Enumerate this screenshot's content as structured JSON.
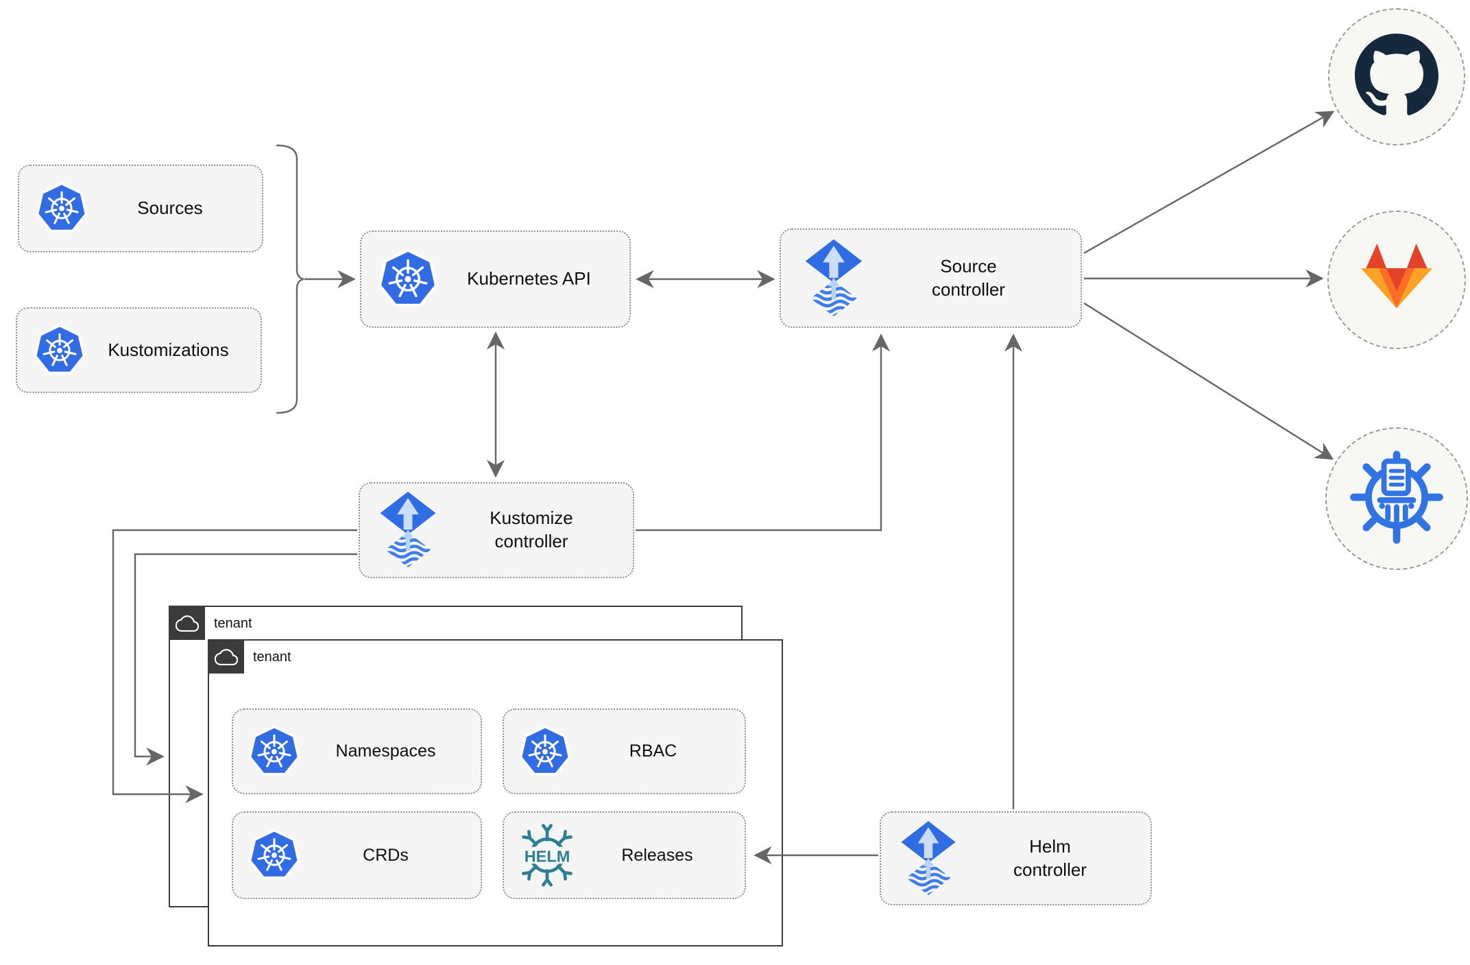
{
  "nodes": {
    "sources": "Sources",
    "kustomizations": "Kustomizations",
    "kubernetes_api": "Kubernetes API",
    "source_controller": {
      "line1": "Source",
      "line2": "controller"
    },
    "kustomize_controller": {
      "line1": "Kustomize",
      "line2": "controller"
    },
    "helm_controller": {
      "line1": "Helm",
      "line2": "controller"
    },
    "tenant_outer": "tenant",
    "tenant_inner": "tenant",
    "namespaces": "Namespaces",
    "rbac": "RBAC",
    "crds": "CRDs",
    "releases": "Releases"
  },
  "icons": {
    "kubernetes": {
      "name": "kubernetes-icon",
      "color": "#326ce5"
    },
    "flux": {
      "name": "flux-icon",
      "color": "#316de2"
    },
    "helm": {
      "name": "helm-icon",
      "color": "#2e7f93",
      "text": "HELM"
    },
    "github": {
      "name": "github-icon",
      "color": "#16293c"
    },
    "gitlab": {
      "name": "gitlab-icon",
      "colors": [
        "#e24329",
        "#fc6d26",
        "#fca326"
      ]
    },
    "chartmuseum": {
      "name": "chartmuseum-icon",
      "color": "#3273e3"
    },
    "cloud": {
      "name": "cloud-icon",
      "color": "#ffffff"
    }
  },
  "colors": {
    "node_fill": "#f5f5f5",
    "node_border": "#8f8f8f",
    "tenant_border": "#3b3b3b",
    "connector": "#666666",
    "canvas": "#ffffff",
    "text": "#0f0f0f"
  }
}
